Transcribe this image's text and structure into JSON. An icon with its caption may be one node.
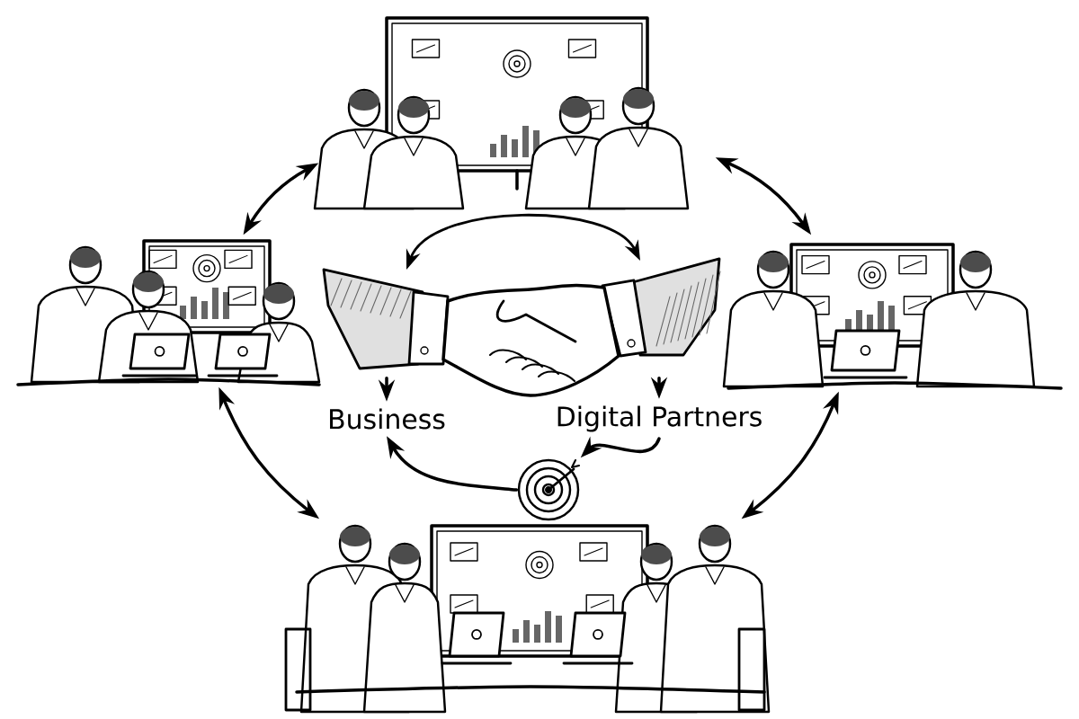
{
  "diagram": {
    "nodes": [
      {
        "text": [],
        "shape": "picture"
      },
      {
        "text": [],
        "shape": "picture"
      },
      {
        "text": [],
        "shape": "picture"
      },
      {
        "text": [],
        "shape": "picture"
      },
      {
        "text": [],
        "shape": "picture"
      },
      {
        "text": [
          "Business"
        ]
      },
      {
        "text": [
          "Digital Partners"
        ]
      },
      {
        "text": [],
        "shape": "picture"
      }
    ],
    "edges": [
      {
        "from": 0,
        "to": 1,
        "arrow": "both"
      },
      {
        "from": 0,
        "to": 2,
        "arrow": "both"
      },
      {
        "from": 1,
        "to": 3,
        "arrow": "both"
      },
      {
        "from": 2,
        "to": 3,
        "arrow": "both"
      },
      {
        "from": 4,
        "to": 5,
        "arrow": "to"
      },
      {
        "from": 4,
        "to": 6,
        "arrow": "to"
      },
      {
        "from": 6,
        "to": 7,
        "arrow": "to"
      },
      {
        "from": 7,
        "to": 5,
        "arrow": "to"
      }
    ]
  }
}
